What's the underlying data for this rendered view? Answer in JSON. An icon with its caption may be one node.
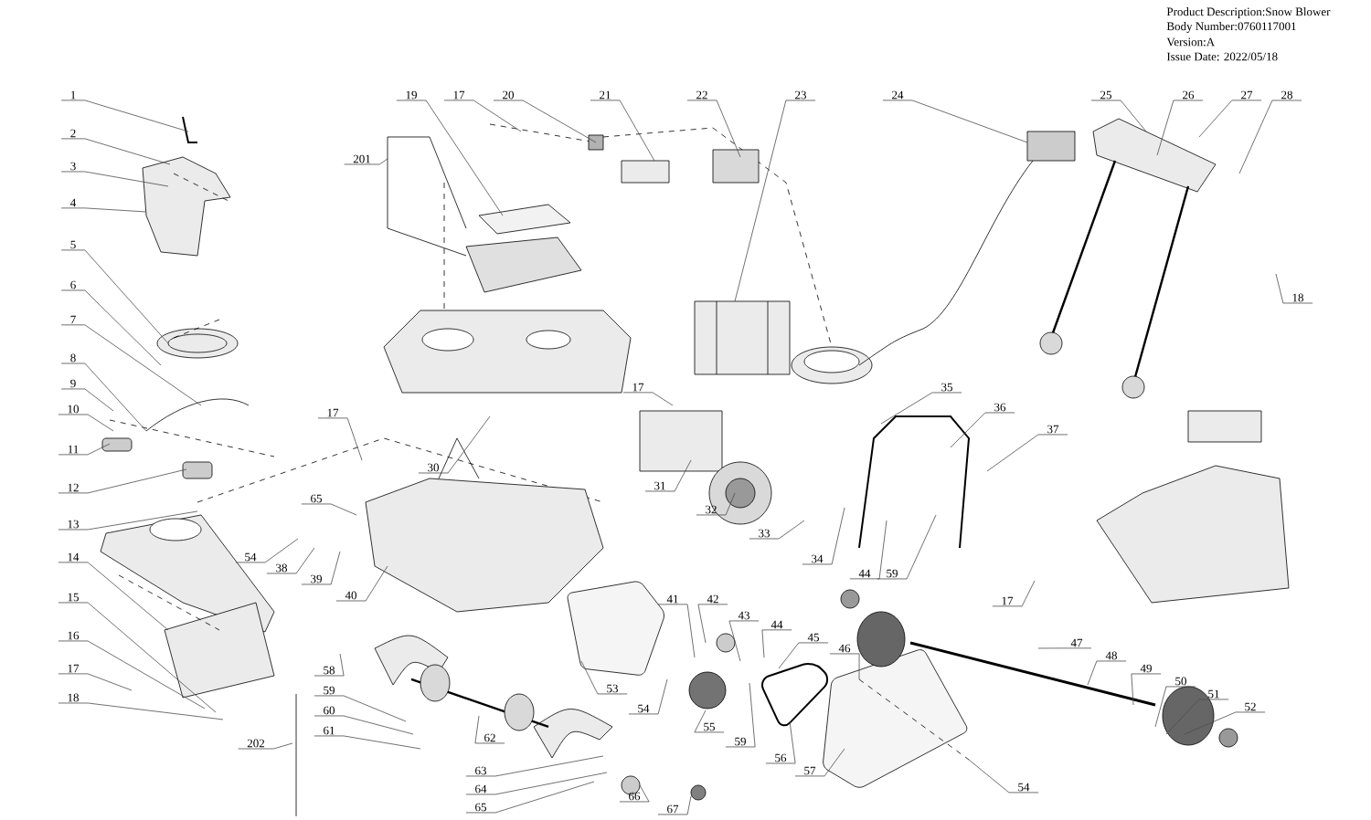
{
  "diagram": {
    "nodes": [
      {
        "text": [
          "201"
        ]
      },
      {
        "text": [
          "19"
        ]
      },
      {
        "text": [
          "17"
        ]
      },
      {
        "text": [
          "20"
        ]
      },
      {
        "text": [
          "21"
        ]
      },
      {
        "text": [
          "22"
        ]
      },
      {
        "text": [
          "23"
        ]
      },
      {
        "text": [
          "24"
        ]
      },
      {
        "text": [
          "25"
        ]
      },
      {
        "text": [
          "26"
        ]
      },
      {
        "text": [
          "27"
        ]
      },
      {
        "text": [
          "28"
        ]
      },
      {
        "text": [
          "1"
        ]
      },
      {
        "text": [
          "2"
        ]
      },
      {
        "text": [
          "3"
        ]
      },
      {
        "text": [
          "4"
        ]
      },
      {
        "text": [
          "5"
        ]
      },
      {
        "text": [
          "6"
        ]
      },
      {
        "text": [
          "7"
        ]
      },
      {
        "text": [
          "8"
        ]
      },
      {
        "text": [
          "9"
        ]
      },
      {
        "text": [
          "10"
        ]
      },
      {
        "text": [
          "11"
        ]
      },
      {
        "text": [
          "12"
        ]
      },
      {
        "text": [
          "13"
        ]
      },
      {
        "text": [
          "14"
        ]
      },
      {
        "text": [
          "15"
        ]
      },
      {
        "text": [
          "16"
        ]
      },
      {
        "text": [
          "17"
        ]
      },
      {
        "text": [
          "18"
        ]
      },
      {
        "text": [
          "18"
        ]
      },
      {
        "text": [
          "17"
        ]
      },
      {
        "text": [
          "35"
        ]
      },
      {
        "text": [
          "36"
        ]
      },
      {
        "text": [
          "37"
        ]
      },
      {
        "text": [
          "17"
        ]
      },
      {
        "text": [
          "30"
        ]
      },
      {
        "text": [
          "31"
        ]
      },
      {
        "text": [
          "65"
        ]
      },
      {
        "text": [
          "32"
        ]
      },
      {
        "text": [
          "33"
        ]
      },
      {
        "text": [
          "54"
        ]
      },
      {
        "text": [
          "34"
        ]
      },
      {
        "text": [
          "38"
        ]
      },
      {
        "text": [
          "44"
        ]
      },
      {
        "text": [
          "59"
        ]
      },
      {
        "text": [
          "39"
        ]
      },
      {
        "text": [
          "40"
        ]
      },
      {
        "text": [
          "41"
        ]
      },
      {
        "text": [
          "42"
        ]
      },
      {
        "text": [
          "17"
        ]
      },
      {
        "text": [
          "43"
        ]
      },
      {
        "text": [
          "44"
        ]
      },
      {
        "text": [
          "45"
        ]
      },
      {
        "text": [
          "47"
        ]
      },
      {
        "text": [
          "46"
        ]
      },
      {
        "text": [
          "48"
        ]
      },
      {
        "text": [
          "49"
        ]
      },
      {
        "text": [
          "58"
        ]
      },
      {
        "text": [
          "50"
        ]
      },
      {
        "text": [
          "53"
        ]
      },
      {
        "text": [
          "59"
        ]
      },
      {
        "text": [
          "51"
        ]
      },
      {
        "text": [
          "52"
        ]
      },
      {
        "text": [
          "54"
        ]
      },
      {
        "text": [
          "62"
        ]
      },
      {
        "text": [
          "55"
        ]
      },
      {
        "text": [
          "60"
        ]
      },
      {
        "text": [
          "61"
        ]
      },
      {
        "text": [
          "59"
        ]
      },
      {
        "text": [
          "202"
        ]
      },
      {
        "text": [
          "56"
        ]
      },
      {
        "text": [
          "57"
        ]
      },
      {
        "text": [
          "63"
        ]
      },
      {
        "text": [
          "54"
        ]
      },
      {
        "text": [
          "64"
        ]
      },
      {
        "text": [
          "66"
        ]
      },
      {
        "text": [
          "65"
        ]
      },
      {
        "text": [
          "67"
        ]
      }
    ],
    "edges": [
      {
        "from": 0,
        "to": null,
        "arrow": "none"
      },
      {
        "from": 1,
        "to": null,
        "arrow": "none"
      },
      {
        "from": 2,
        "to": null,
        "arrow": "none"
      },
      {
        "from": 3,
        "to": null,
        "arrow": "none"
      },
      {
        "from": 4,
        "to": null,
        "arrow": "none"
      },
      {
        "from": 5,
        "to": null,
        "arrow": "none"
      },
      {
        "from": 6,
        "to": null,
        "arrow": "none"
      },
      {
        "from": 7,
        "to": null,
        "arrow": "none"
      },
      {
        "from": 8,
        "to": null,
        "arrow": "none"
      },
      {
        "from": 9,
        "to": null,
        "arrow": "none"
      },
      {
        "from": 10,
        "to": null,
        "arrow": "none"
      },
      {
        "from": 11,
        "to": null,
        "arrow": "none"
      },
      {
        "from": 12,
        "to": null,
        "arrow": "none"
      },
      {
        "from": 13,
        "to": null,
        "arrow": "none"
      },
      {
        "from": 14,
        "to": null,
        "arrow": "none"
      },
      {
        "from": 15,
        "to": null,
        "arrow": "none"
      },
      {
        "from": 16,
        "to": null,
        "arrow": "none"
      },
      {
        "from": 17,
        "to": null,
        "arrow": "none"
      },
      {
        "from": 18,
        "to": null,
        "arrow": "none"
      },
      {
        "from": 19,
        "to": null,
        "arrow": "none"
      },
      {
        "from": 20,
        "to": null,
        "arrow": "none"
      },
      {
        "from": 21,
        "to": null,
        "arrow": "none"
      },
      {
        "from": 22,
        "to": null,
        "arrow": "none"
      },
      {
        "from": 23,
        "to": null,
        "arrow": "none"
      },
      {
        "from": 24,
        "to": null,
        "arrow": "none"
      },
      {
        "from": 25,
        "to": null,
        "arrow": "none"
      },
      {
        "from": 26,
        "to": null,
        "arrow": "none"
      },
      {
        "from": 27,
        "to": null,
        "arrow": "none"
      },
      {
        "from": 28,
        "to": null,
        "arrow": "none"
      },
      {
        "from": 29,
        "to": null,
        "arrow": "none"
      },
      {
        "from": 30,
        "to": null,
        "arrow": "none"
      },
      {
        "from": 31,
        "to": null,
        "arrow": "none"
      },
      {
        "from": 32,
        "to": null,
        "arrow": "none"
      },
      {
        "from": 33,
        "to": null,
        "arrow": "none"
      },
      {
        "from": 34,
        "to": null,
        "arrow": "none"
      },
      {
        "from": 35,
        "to": null,
        "arrow": "none"
      },
      {
        "from": 36,
        "to": null,
        "arrow": "none"
      },
      {
        "from": 37,
        "to": null,
        "arrow": "none"
      },
      {
        "from": 38,
        "to": null,
        "arrow": "none"
      },
      {
        "from": 39,
        "to": null,
        "arrow": "none"
      },
      {
        "from": 40,
        "to": null,
        "arrow": "none"
      },
      {
        "from": 41,
        "to": null,
        "arrow": "none"
      },
      {
        "from": 42,
        "to": null,
        "arrow": "none"
      },
      {
        "from": 43,
        "to": null,
        "arrow": "none"
      },
      {
        "from": 44,
        "to": null,
        "arrow": "none"
      },
      {
        "from": 45,
        "to": null,
        "arrow": "none"
      },
      {
        "from": 46,
        "to": null,
        "arrow": "none"
      },
      {
        "from": 47,
        "to": null,
        "arrow": "none"
      },
      {
        "from": 48,
        "to": null,
        "arrow": "none"
      },
      {
        "from": 49,
        "to": null,
        "arrow": "none"
      },
      {
        "from": 50,
        "to": null,
        "arrow": "none"
      },
      {
        "from": 51,
        "to": null,
        "arrow": "none"
      },
      {
        "from": 52,
        "to": null,
        "arrow": "none"
      },
      {
        "from": 53,
        "to": null,
        "arrow": "none"
      },
      {
        "from": 54,
        "to": null,
        "arrow": "none"
      },
      {
        "from": 55,
        "to": null,
        "arrow": "none"
      },
      {
        "from": 56,
        "to": null,
        "arrow": "none"
      },
      {
        "from": 57,
        "to": null,
        "arrow": "none"
      },
      {
        "from": 58,
        "to": null,
        "arrow": "none"
      },
      {
        "from": 59,
        "to": null,
        "arrow": "none"
      },
      {
        "from": 60,
        "to": null,
        "arrow": "none"
      },
      {
        "from": 61,
        "to": null,
        "arrow": "none"
      },
      {
        "from": 62,
        "to": null,
        "arrow": "none"
      },
      {
        "from": 63,
        "to": null,
        "arrow": "none"
      },
      {
        "from": 64,
        "to": null,
        "arrow": "none"
      },
      {
        "from": 65,
        "to": null,
        "arrow": "none"
      },
      {
        "from": 66,
        "to": null,
        "arrow": "none"
      },
      {
        "from": 67,
        "to": null,
        "arrow": "none"
      },
      {
        "from": 68,
        "to": null,
        "arrow": "none"
      },
      {
        "from": 69,
        "to": null,
        "arrow": "none"
      },
      {
        "from": 70,
        "to": null,
        "arrow": "none"
      },
      {
        "from": 71,
        "to": null,
        "arrow": "none"
      },
      {
        "from": 72,
        "to": null,
        "arrow": "none"
      },
      {
        "from": 73,
        "to": null,
        "arrow": "none"
      },
      {
        "from": 74,
        "to": null,
        "arrow": "none"
      },
      {
        "from": 75,
        "to": null,
        "arrow": "none"
      },
      {
        "from": 76,
        "to": null,
        "arrow": "none"
      },
      {
        "from": 77,
        "to": null,
        "arrow": "none"
      },
      {
        "from": 78,
        "to": null,
        "arrow": "none"
      }
    ],
    "labels": [
      "Product Description:Snow Blower",
      "Body Number:0760117001",
      "Version:A",
      "Issue Date: 2022/05/18"
    ]
  }
}
